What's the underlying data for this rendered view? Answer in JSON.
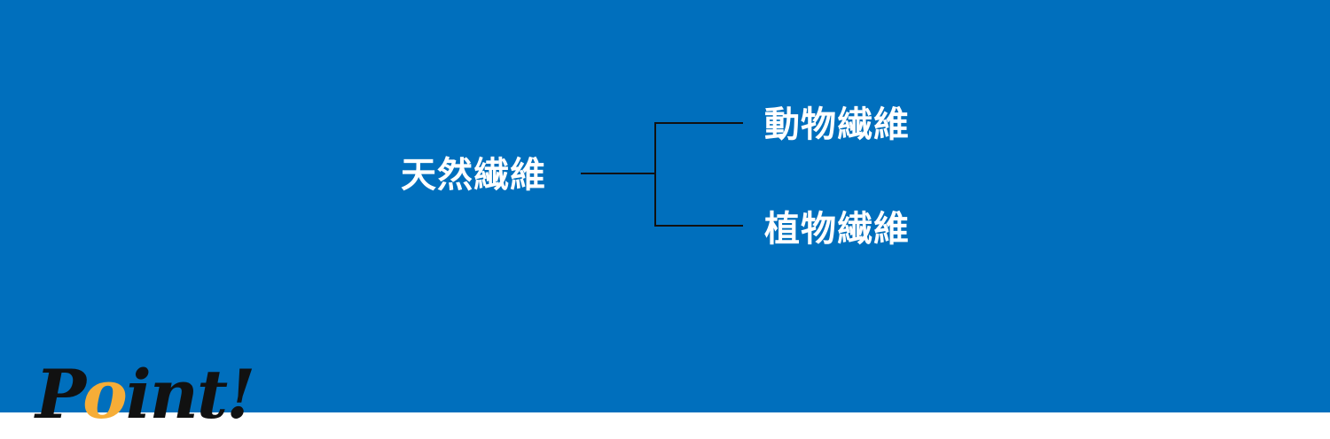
{
  "diagram": {
    "root": "天然繊維",
    "children": [
      "動物繊維",
      "植物繊維"
    ],
    "background_color": "#006fbd",
    "line_color": "#111111",
    "text_color": "#ffffff"
  },
  "badge": {
    "text_start": "P",
    "text_accent": "o",
    "text_end": "int!",
    "accent_color": "#f6ad37"
  }
}
